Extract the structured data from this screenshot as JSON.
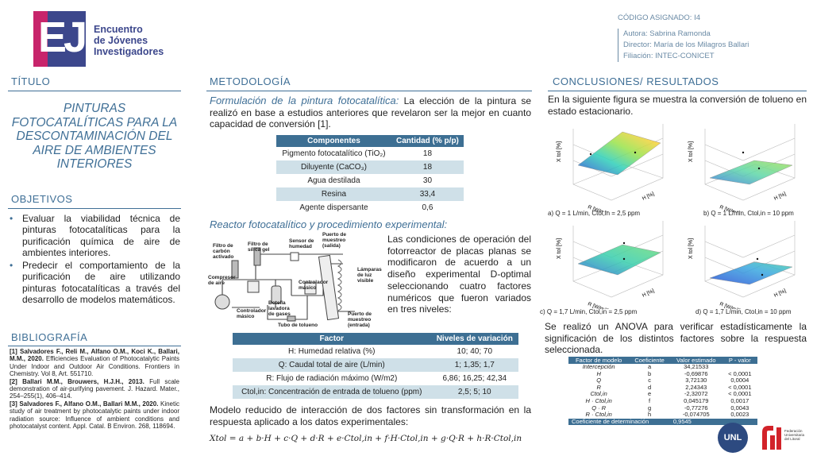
{
  "logo": {
    "letters": "EJI",
    "line1": "Encuentro",
    "line2": "de Jóvenes",
    "line3": "Investigadores"
  },
  "header": {
    "code": "CÓDIGO ASIGNADO: I4",
    "author": "Autora: Sabrina Ramonda",
    "director": "Director: María de los Milagros Ballari",
    "affiliation": "Filiación: INTEC-CONICET"
  },
  "titulo": {
    "heading": "TÍTULO",
    "text": "PINTURAS FOTOCATALÍTICAS PARA LA DESCONTAMINACIÓN DEL AIRE DE AMBIENTES INTERIORES"
  },
  "objetivos": {
    "heading": "OBJETIVOS",
    "items": [
      "Evaluar la viabilidad técnica de pinturas fotocatalíticas para la purificación química de aire de ambientes interiores.",
      "Predecir el comportamiento de la purificación de aire utilizando pinturas fotocatalíticas a través del desarrollo de modelos matemáticos."
    ]
  },
  "bibliografia": {
    "heading": "BIBLIOGRAFÍA",
    "refs": [
      {
        "bold": "[1] Salvadores F., Reli M., Alfano O.M., Koci K., Ballari, M.M., 2020.",
        "text": " Efficiencies Evaluation of Photocatalytic Paints Under Indoor and Outdoor Air Conditions. Frontiers in Chemistry. Vol 8, Art. 551710."
      },
      {
        "bold": "[2] Ballari M.M., Brouwers, H.J.H., 2013.",
        "text": " Full scale demonstration of air-purifying pavement. J. Hazard. Mater., 254–255(1), 406–414."
      },
      {
        "bold": "[3] Salvadores F., Alfano O.M., Ballari M.M., 2020.",
        "text": " Kinetic study of air treatment by photocatalytic paints under indoor radiation source: Influence of ambient conditions and photocatalyst content. Appl. Catal. B Environ. 268, 118694."
      }
    ]
  },
  "metodologia": {
    "heading": "METODOLOGÍA",
    "formulacion_title": "Formulación de la pintura fotocatalítica:",
    "formulacion_text": " La elección de la pintura se realizó en base a estudios anteriores que revelaron ser la mejor en cuanto capacidad de conversión [1].",
    "table1": {
      "headers": [
        "Componentes",
        "Cantidad (% p/p)"
      ],
      "rows": [
        [
          "Pigmento fotocatalítico (TiO₂)",
          "18"
        ],
        [
          "Diluyente (CaCO₃)",
          "18"
        ],
        [
          "Agua destilada",
          "30"
        ],
        [
          "Resina",
          "33,4"
        ],
        [
          "Agente dispersante",
          "0,6"
        ]
      ]
    },
    "reactor_title": "Reactor fotocatalítico y procedimiento experimental:",
    "reactor_text": "Las condiciones de operación del fotorreactor de placas planas se modificaron de acuerdo a un diseño experimental D-optimal seleccionando cuatro factores numéricos que fueron variados en tres niveles:",
    "diagram_labels": {
      "filtro_carbon": "Filtro de carbón activado",
      "filtro_silica": "Filtro de sílica gel",
      "sensor": "Sensor de humedad",
      "puerto1": "Puerto de muestreo (salida)",
      "lamparas": "Lámparas de luz visible",
      "compresor": "Compresor de aire",
      "botella": "Botella lavadora de gases",
      "ctrl1": "Controlador másico",
      "ctrl2": "Controlador másico",
      "tubo": "Tubo de tolueno",
      "puerto2": "Puerto de muestreo (entrada)"
    },
    "table2": {
      "headers": [
        "Factor",
        "Niveles de variación"
      ],
      "rows": [
        [
          "H: Humedad relativa (%)",
          "10; 40; 70"
        ],
        [
          "Q: Caudal total de aire (L/min)",
          "1; 1,35; 1,7"
        ],
        [
          "R: Flujo de radiación máximo (W/m2)",
          "6,86; 16,25; 42,34"
        ],
        [
          "Ctol,in: Concentración de entrada de tolueno (ppm)",
          "2,5; 5; 10"
        ]
      ]
    },
    "modelo_text": "Modelo reducido de interacción de dos factores sin transformación en la respuesta aplicado a los datos experimentales:",
    "equation": "Xtol = a + b·H + c·Q + d·R + e·Ctol,in + f·H·Ctol,in + g·Q·R + h·R·Ctol,in"
  },
  "conclusiones": {
    "heading": "CONCLUSIONES/ RESULTADOS",
    "intro": "En la siguiente figura se muestra la conversión de tolueno en estado estacionario.",
    "plots": [
      {
        "label": "a) Q = 1 L/min, Ctol,in = 2,5 ppm"
      },
      {
        "label": "b) Q = 1 L/min, Ctol,in = 10 ppm"
      },
      {
        "label": "c) Q = 1,7 L/min, Ctol,in = 2,5 ppm"
      },
      {
        "label": "d) Q = 1,7 L/min, Ctol,in = 10 ppm"
      }
    ],
    "axis_z": "X tol [%]",
    "axis_r": "R [W/m2]",
    "axis_h": "H [%]",
    "anova_text": "Se realizó un ANOVA para verificar estadísticamente la significación de los distintos factores sobre la respuesta seleccionada.",
    "table3": {
      "headers": [
        "Factor de modelo",
        "Coeficiente",
        "Valor estimado",
        "P - valor"
      ],
      "rows": [
        [
          "Intercepción",
          "a",
          "34,21533",
          ""
        ],
        [
          "H",
          "b",
          "-0,69876",
          "< 0,0001"
        ],
        [
          "Q",
          "c",
          "3,72130",
          "0,0004"
        ],
        [
          "R",
          "d",
          "2,24343",
          "< 0,0001"
        ],
        [
          "Ctol,in",
          "e",
          "-2,32072",
          "< 0,0001"
        ],
        [
          "H · Ctol,in",
          "f",
          "0,045179",
          "0,0017"
        ],
        [
          "Q · R",
          "g",
          "-0,77276",
          "0,0043"
        ],
        [
          "R · Ctol,in",
          "h",
          "-0,074705",
          "0,0023"
        ]
      ],
      "footer": [
        "Coeficiente de determinación",
        "0,9545"
      ]
    }
  },
  "footer_logos": {
    "unl": "UNL",
    "fed": "Federación Universitaria del Litoral"
  }
}
